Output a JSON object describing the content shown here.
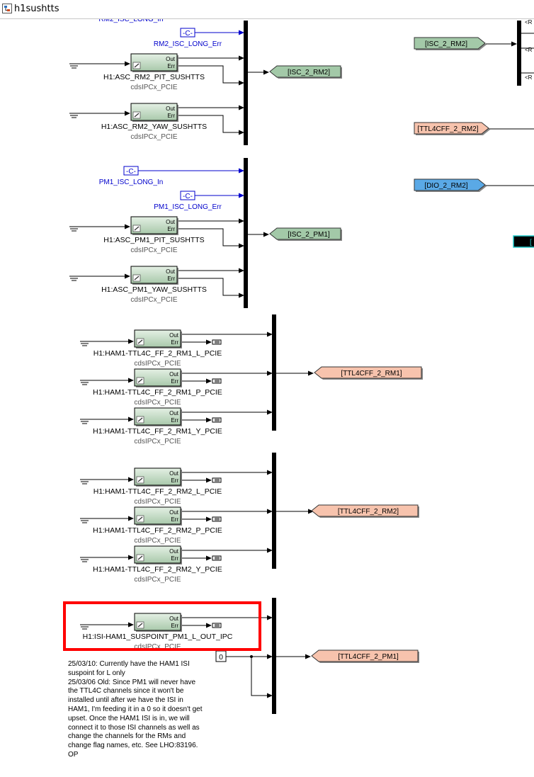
{
  "window": {
    "title": "h1sushtts",
    "icon": "simulink-model-icon"
  },
  "colors": {
    "ipc_block": "#c8dcc8",
    "isc_tag": "#a3c9a8",
    "ttl_tag": "#f7c3ad",
    "dio_tag": "#5aa9e6",
    "const_blue": "#0000cc",
    "highlight": "#ff0000"
  },
  "constants": {
    "rm2_err_symbol": "-C-",
    "rm2_err_label": "RM2_ISC_LONG_Err",
    "rm2_top_label_partial": "RM2_ISC_LONG_In",
    "pm1_in_symbol": "-C-",
    "pm1_in_label": "PM1_ISC_LONG_In",
    "pm1_err_symbol": "-C-",
    "pm1_err_label": "PM1_ISC_LONG_Err",
    "zero_value": "0"
  },
  "ports": {
    "out": "Out",
    "err": "Err"
  },
  "ipc_blocks": [
    {
      "name": "H1:ASC_RM2_PIT_SUSHTTS",
      "type": "cdsIPCx_PCIE"
    },
    {
      "name": "H1:ASC_RM2_YAW_SUSHTTS",
      "type": "cdsIPCx_PCIE"
    },
    {
      "name": "H1:ASC_PM1_PIT_SUSHTTS",
      "type": "cdsIPCx_PCIE"
    },
    {
      "name": "H1:ASC_PM1_YAW_SUSHTTS",
      "type": "cdsIPCx_PCIE"
    },
    {
      "name": "H1:HAM1-TTL4C_FF_2_RM1_L_PCIE",
      "type": "cdsIPCx_PCIE"
    },
    {
      "name": "H1:HAM1-TTL4C_FF_2_RM1_P_PCIE",
      "type": "cdsIPCx_PCIE"
    },
    {
      "name": "H1:HAM1-TTL4C_FF_2_RM1_Y_PCIE",
      "type": "cdsIPCx_PCIE"
    },
    {
      "name": "H1:HAM1-TTL4C_FF_2_RM2_L_PCIE",
      "type": "cdsIPCx_PCIE"
    },
    {
      "name": "H1:HAM1-TTL4C_FF_2_RM2_P_PCIE",
      "type": "cdsIPCx_PCIE"
    },
    {
      "name": "H1:HAM1-TTL4C_FF_2_RM2_Y_PCIE",
      "type": "cdsIPCx_PCIE"
    },
    {
      "name": "H1:ISI-HAM1_SUSPOINT_PM1_L_OUT_IPC",
      "type": "cdsIPCx_PCIE"
    }
  ],
  "goto_tags": {
    "isc_2_rm2": "[ISC_2_RM2]",
    "isc_2_pm1": "[ISC_2_PM1]",
    "ttl4cff_2_rm1": "[TTL4CFF_2_RM1]",
    "ttl4cff_2_rm2": "[TTL4CFF_2_RM2]",
    "ttl4cff_2_pm1": "[TTL4CFF_2_PM1]"
  },
  "from_tags": {
    "isc_2_rm2": "[ISC_2_RM2]",
    "ttl4cff_2_rm2": "[TTL4CFF_2_RM2]",
    "dio_2_rm2": "[DIO_2_RM2]"
  },
  "right_partial_labels": [
    "<R",
    "<R",
    "<R"
  ],
  "black_block_partial": "[",
  "note": {
    "p1": "25/03/10: Currently have the HAM1 ISI suspoint for L only",
    "p2": "25/03/06 Old: Since PM1 will never have the TTL4C channels since it won't be installed until after we have the ISI in HAM1, I'm feeding it in a 0 so it doesn't get upset. Once the HAM1 ISI is in, we will connect it to those ISI channels as well as change the channels for the RMs and change flag names, etc. See LHO:83196. OP"
  }
}
